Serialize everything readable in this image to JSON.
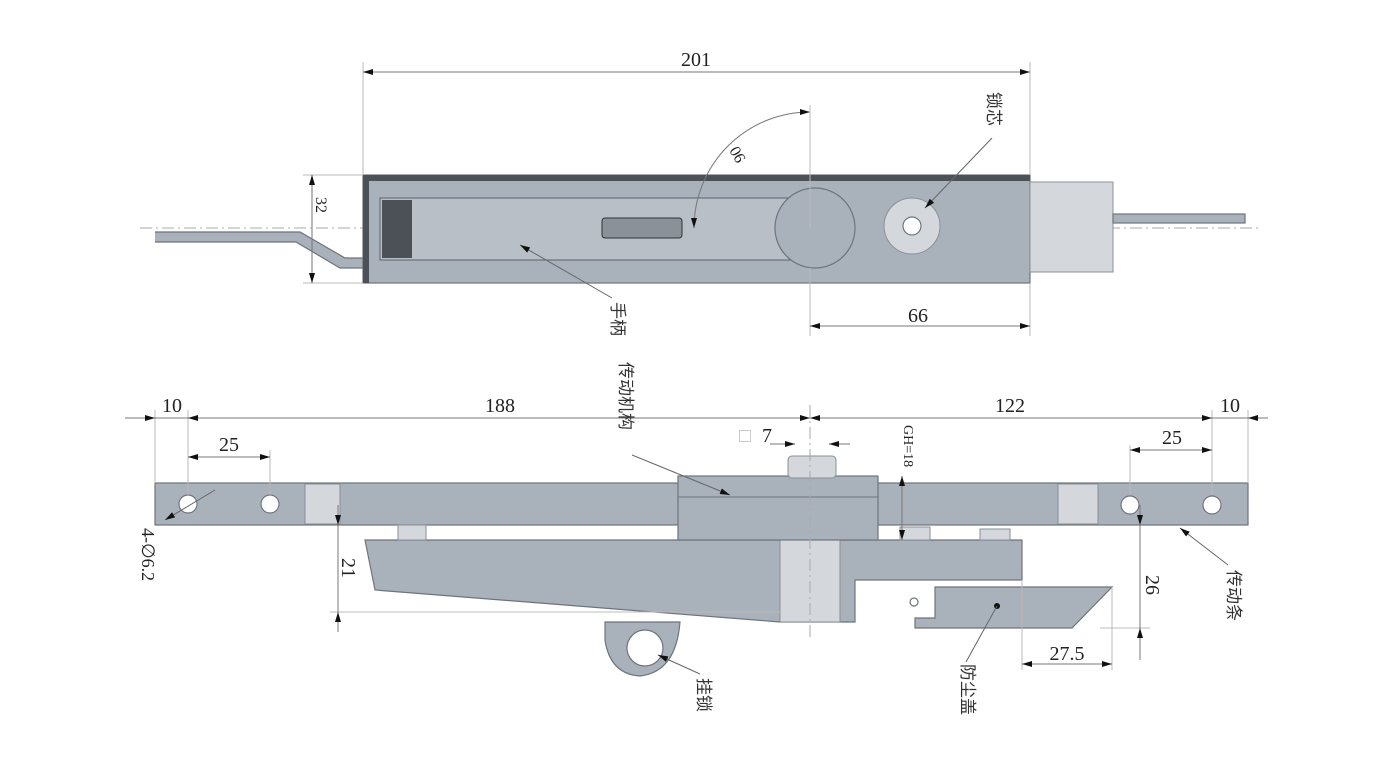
{
  "top_view": {
    "dim_overall_length": "201",
    "dim_height": "32",
    "dim_core_offset": "66",
    "dim_rotation_angle": "90",
    "label_lock_core": "锁芯",
    "label_handle": "手柄"
  },
  "front_view": {
    "dim_left_end": "10",
    "dim_left_span": "188",
    "dim_right_span": "122",
    "dim_right_end": "10",
    "dim_left_hole_pitch": "25",
    "dim_right_hole_pitch": "25",
    "dim_square_drive": "7",
    "dim_square_symbol": "□",
    "dim_gh": "GH=18",
    "dim_holes": "4-∅6.2",
    "dim_body_depth": "21",
    "dim_bolt_depth": "26",
    "dim_bolt_length": "27.5",
    "label_transmission_mechanism": "传动机构",
    "label_transmission_bar": "传动条",
    "label_dust_cover": "防尘盖",
    "label_padlock": "挂锁"
  },
  "colors": {
    "part": "#a9b1bb",
    "edge": "#6d747c",
    "dark": "#4b5157"
  }
}
